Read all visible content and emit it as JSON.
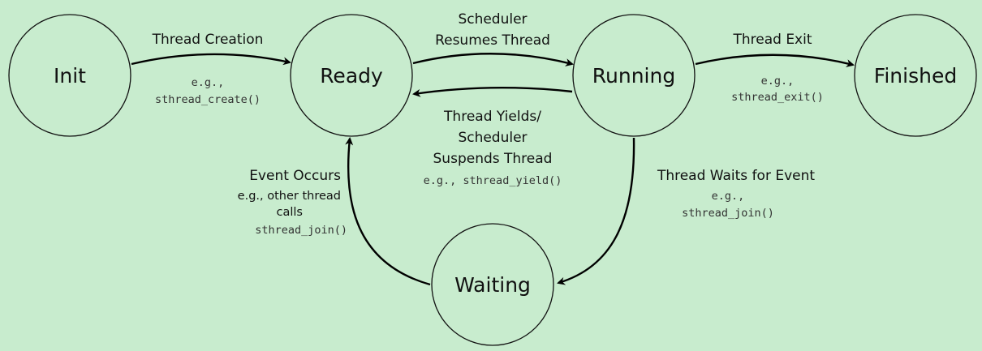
{
  "colors": {
    "background": "#c8ecce",
    "stroke": "#111111",
    "code_text": "#333333"
  },
  "states": {
    "init": "Init",
    "ready": "Ready",
    "running": "Running",
    "finished": "Finished",
    "waiting": "Waiting"
  },
  "transitions": {
    "creation": {
      "label": "Thread Creation",
      "eg": "e.g.,",
      "code": "sthread_create()"
    },
    "resume": {
      "line1": "Scheduler",
      "line2": "Resumes Thread"
    },
    "yield": {
      "line1": "Thread Yields/",
      "line2": "Scheduler",
      "line3": "Suspends Thread",
      "eg": "e.g., sthread_yield()"
    },
    "exit": {
      "label": "Thread Exit",
      "eg": "e.g.,",
      "code": "sthread_exit()"
    },
    "wait": {
      "label": "Thread Waits for Event",
      "eg": "e.g.,",
      "code": "sthread_join()"
    },
    "event": {
      "line1": "Event Occurs",
      "line2": "e.g., other thread",
      "line3": "calls",
      "code": "sthread_join()"
    }
  }
}
